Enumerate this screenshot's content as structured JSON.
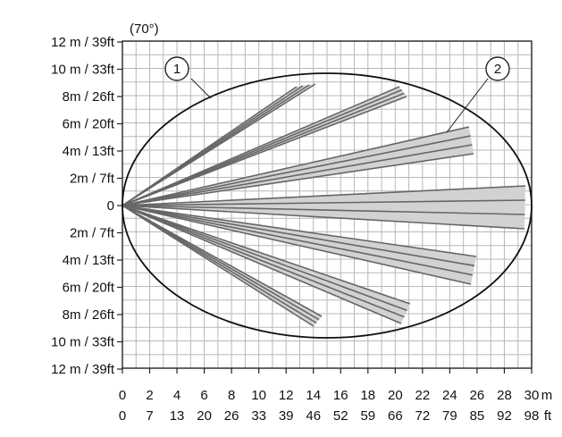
{
  "diagram": {
    "angle_label": "(70°)",
    "y_labels": [
      "12 m / 39ft",
      "10 m / 33ft",
      "8m / 26ft",
      "6m / 20ft",
      "4m / 13ft",
      "2m / 7ft",
      "0",
      "2m / 7ft",
      "4m / 13ft",
      "6m / 20ft",
      "8m / 26ft",
      "10 m / 33ft",
      "12 m / 39ft"
    ],
    "x_labels_m": [
      "0",
      "2",
      "4",
      "6",
      "8",
      "10",
      "12",
      "14",
      "16",
      "18",
      "20",
      "22",
      "24",
      "26",
      "28",
      "30"
    ],
    "x_unit_m": "m",
    "x_labels_ft": [
      "0",
      "7",
      "13",
      "20",
      "26",
      "33",
      "39",
      "46",
      "52",
      "59",
      "66",
      "72",
      "79",
      "85",
      "92",
      "98"
    ],
    "x_unit_ft": "ft",
    "callouts": [
      {
        "label": "1"
      },
      {
        "label": "2"
      }
    ]
  }
}
